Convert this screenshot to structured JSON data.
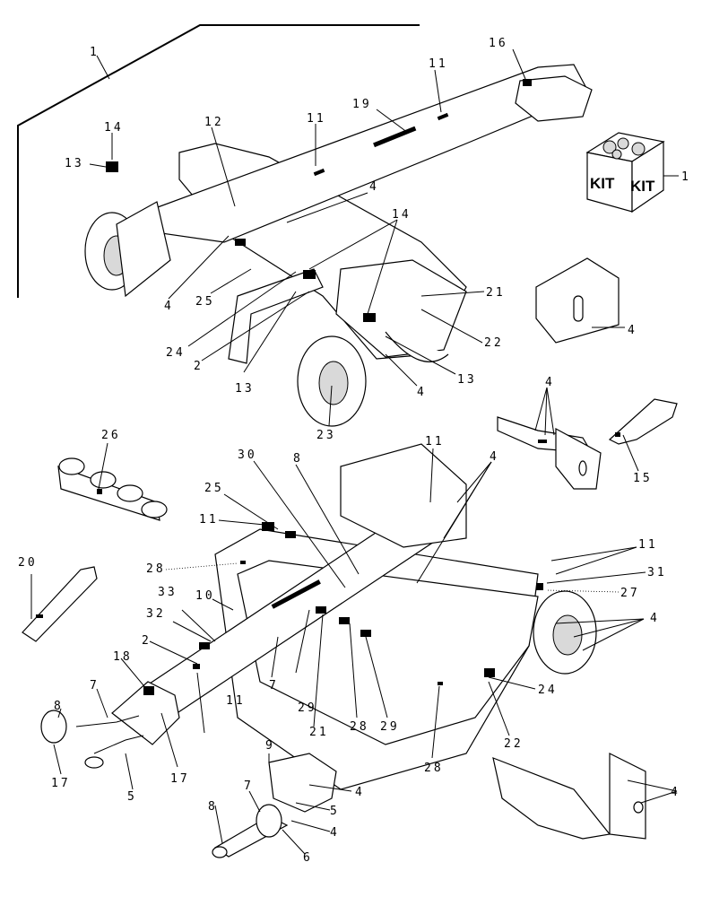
{
  "kit": {
    "label_left": "KIT",
    "label_right": "KIT"
  },
  "callouts": {
    "c1_top": "1",
    "c1_kit": "1",
    "c2_a": "2",
    "c2_b": "2",
    "c4_a": "4",
    "c4_b": "4",
    "c4_c": "4",
    "c4_d": "4",
    "c4_e": "4",
    "c4_f": "4",
    "c4_g": "4",
    "c4_h": "4",
    "c4_i": "4",
    "c4_j": "4",
    "c5_a": "5",
    "c5_b": "5",
    "c6": "6",
    "c7_a": "7",
    "c7_b": "7",
    "c7_c": "7",
    "c8_a": "8",
    "c8_b": "8",
    "c8_c": "8",
    "c9": "9",
    "c10": "10",
    "c11_a": "11",
    "c11_b": "11",
    "c11_c": "11",
    "c11_d": "11",
    "c11_e": "11",
    "c11_f": "11",
    "c12": "12",
    "c13_a": "13",
    "c13_b": "13",
    "c13_c": "13",
    "c14_a": "14",
    "c14_b": "14",
    "c15": "15",
    "c16": "16",
    "c17_a": "17",
    "c17_b": "17",
    "c18": "18",
    "c19": "19",
    "c20": "20",
    "c21_a": "21",
    "c21_b": "21",
    "c22_a": "22",
    "c22_b": "22",
    "c23": "23",
    "c24_a": "24",
    "c24_b": "24",
    "c25_a": "25",
    "c25_b": "25",
    "c26": "26",
    "c27": "27",
    "c28_a": "28",
    "c28_b": "28",
    "c28_c": "28",
    "c29_a": "29",
    "c29_b": "29",
    "c30": "30",
    "c31": "31",
    "c32": "32",
    "c33": "33"
  }
}
